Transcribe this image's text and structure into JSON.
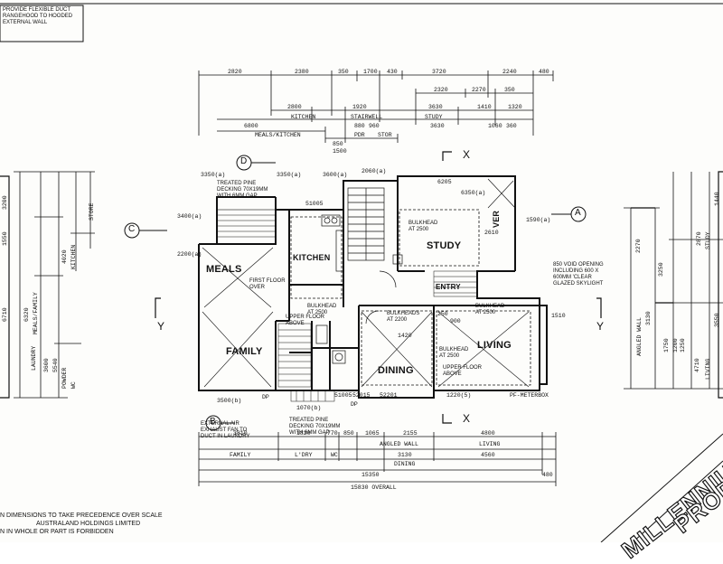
{
  "notes": {
    "top_left": [
      "PROVIDE FLEXIBLE DUCT",
      "RANGEHOOD TO HOODED",
      "EXTERNAL WALL"
    ],
    "bottom_left": [
      "N DIMENSIONS TO TAKE PRECEDENCE OVER SCALE",
      "AUSTRALAND HOLDINGS LIMITED",
      "N IN WHOLE OR PART IS FORBIDDEN"
    ],
    "treated_pine_top": [
      "TREATED PINE",
      "DECKING 70x19mm",
      "WITH 6mm GAP"
    ],
    "exhaust": [
      "EXTERNAL AIR",
      "EXHAUST FAN TO",
      "DUCT IN LAUNDRY"
    ],
    "treated_pine_bottom": [
      "TREATED PINE",
      "DECKING 70x19mm",
      "WITH 6mm GAP"
    ],
    "void_opening": [
      "850 VOID OPENING",
      "INCLUDING 600 x",
      "600mm 'CLEAR",
      "GLAZED SKYLIGHT"
    ],
    "first_floor_over": [
      "FIRST FLOOR",
      "OVER"
    ],
    "upper_floor_above_left": [
      "UPPER FLOOR",
      "ABOVE"
    ],
    "upper_floor_above_right": [
      "UPPER FLOOR",
      "ABOVE"
    ],
    "bulkhead_study": [
      "BULKHEAD",
      "AT 2500"
    ],
    "bulkhead_kitchen": [
      "BULKHEAD",
      "AT 2500"
    ],
    "bulkheads_dining": [
      "BULKHEADS",
      "AT 2200"
    ],
    "bulkhead_living": [
      "BULKHEAD",
      "AT 2500"
    ],
    "bulkhead_entry": [
      "BULKHEAD",
      "AT 2500"
    ]
  },
  "rooms": {
    "meals": "MEALS",
    "family": "FAMILY",
    "kitchen": "KITCHEN",
    "study": "STUDY",
    "ver": "VER",
    "entry": "ENTRY",
    "dining": "DINING",
    "living": "LIVING"
  },
  "markers": {
    "d": "D",
    "c": "C",
    "b": "B",
    "a": "A",
    "x_top": "X",
    "x_bottom": "X",
    "y_left": "Y",
    "y_right": "Y"
  },
  "dims_top": {
    "row1": [
      "2820",
      "2380",
      "350",
      "1700",
      "430",
      "3720",
      "2240",
      "480"
    ],
    "row2": [
      "2320",
      "2270",
      "350"
    ],
    "row3": [
      "2800",
      "1920",
      "3630",
      "1410",
      "1320"
    ],
    "row4": [
      "6800",
      "880",
      "960",
      "3630",
      "1060",
      "360"
    ],
    "labels": [
      "KITCHEN",
      "STAIRWELL",
      "STUDY",
      "MEALS/KITCHEN",
      "PDR",
      "STOR"
    ],
    "small": [
      "850",
      "1500"
    ]
  },
  "dims_bottom": {
    "row1": [
      "3810",
      "1820",
      "770",
      "850",
      "1065",
      "2155",
      "4800"
    ],
    "row2": [
      "FAMILY",
      "L'DRY",
      "WC",
      "DINING",
      "LIVING",
      "ANGLED WALL"
    ],
    "row3": [
      "3130",
      "4560"
    ],
    "row4": [
      "15350",
      "480"
    ],
    "overall": "15830 OVERALL",
    "under_plan": [
      "3500(b)",
      "1070(b)",
      "51005",
      "52201",
      "1220(5)",
      "DP",
      "DP",
      "PF-METERBOX"
    ]
  },
  "dims_left": [
    "3200",
    "1550",
    "4020",
    "KITCHEN",
    "STORE",
    "6710",
    "6320",
    "MEALS/FAMILY",
    "3600",
    "5540",
    "LAUNDRY",
    "POWDER",
    "WC"
  ],
  "dims_right": [
    "1440",
    "2870",
    "STUDY",
    "2270",
    "3250",
    "ANGLED WALL",
    "3550",
    "LIVING",
    "3130",
    "1750",
    "1200",
    "1250",
    "4710"
  ],
  "plan_dims": [
    "3350(a)",
    "3350(a)",
    "3600(a)",
    "2060(a)",
    "3400(a)",
    "2200(a)",
    "1590(a)",
    "51005",
    "52015",
    "6205",
    "6350(a)",
    "2610",
    "1510",
    "900",
    "1420",
    "250"
  ],
  "stamp": {
    "line1": "MILLENNIUM C",
    "line2": "PROD"
  },
  "colors": {
    "ink": "#111111",
    "paper": "#fdfdfb"
  }
}
